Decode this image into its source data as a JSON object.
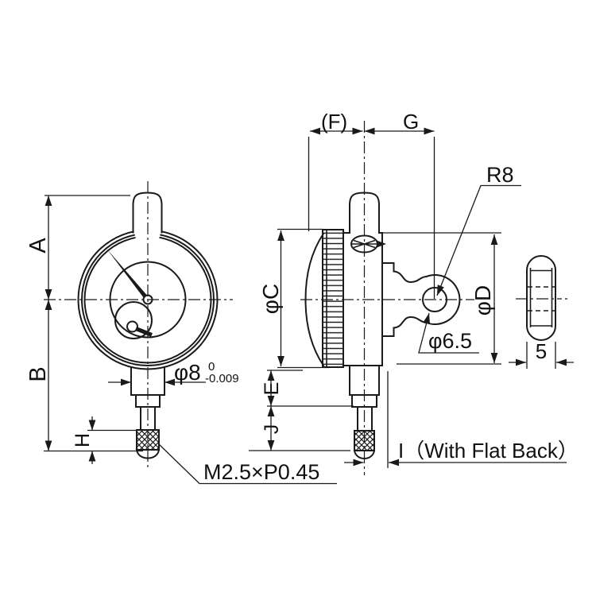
{
  "colors": {
    "background": "#ffffff",
    "line": "#1a1a1a",
    "text": "#111111"
  },
  "front_view": {
    "dim_a_label": "A",
    "dim_b_label": "B",
    "dim_h_label": "H",
    "stem_diameter": "φ8",
    "stem_tolerance_upper": "0",
    "stem_tolerance_lower": "-0.009",
    "thread_spec": "M2.5×P0.45"
  },
  "side_view": {
    "dim_f_label": "(F)",
    "dim_g_label": "G",
    "lug_radius": "R8",
    "bezel_diameter_label": "φC",
    "body_diameter_label": "φD",
    "lug_hole_diameter": "φ6.5",
    "dim_e_label": "E",
    "dim_j_label": "J",
    "flat_back_dim_label": "I（With Flat Back）"
  },
  "lug_edge_view": {
    "width_dim": "5"
  }
}
